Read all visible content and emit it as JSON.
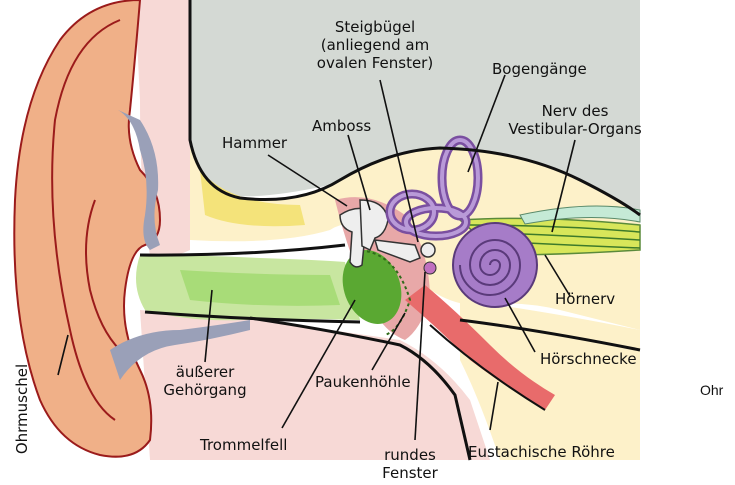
{
  "labels": {
    "steigbuegel": [
      "Steigbügel",
      "(anliegend am",
      "ovalen Fenster)"
    ],
    "bogengaenge": "Bogengänge",
    "nerv_vestibular": [
      "Nerv des",
      "Vestibular-Organs"
    ],
    "hammer": "Hammer",
    "amboss": "Amboss",
    "hoernerv": "Hörnerv",
    "hoerschnecke": "Hörschnecke",
    "aeusserer_gehoergang": [
      "äußerer",
      "Gehörgang"
    ],
    "paukenhoehle": "Paukenhöhle",
    "trommelfell": "Trommelfell",
    "rundes_fenster": [
      "rundes",
      "Fenster"
    ],
    "eustachische_roehre": "Eustachische Röhre",
    "ohrmuschel": "Ohrmuschel"
  },
  "caption": "Ohr",
  "colors": {
    "skull_bone": "#d4d9d4",
    "inner_bone": "#fdf1c9",
    "tissue_pink": "#f7d9d6",
    "outer_ear": "#f0b088",
    "ear_outline": "#9b1b1b",
    "ear_canal": "#c8e6a0",
    "eardrum": "#5aa832",
    "tympanic_cavity": "#e8a8a8",
    "eustachian": "#e86b6b",
    "cartilage": "#9aa0b8",
    "cochlea": "#a67cc8",
    "nerve": "#d8e65a",
    "ossicle": "#eeeeee"
  }
}
